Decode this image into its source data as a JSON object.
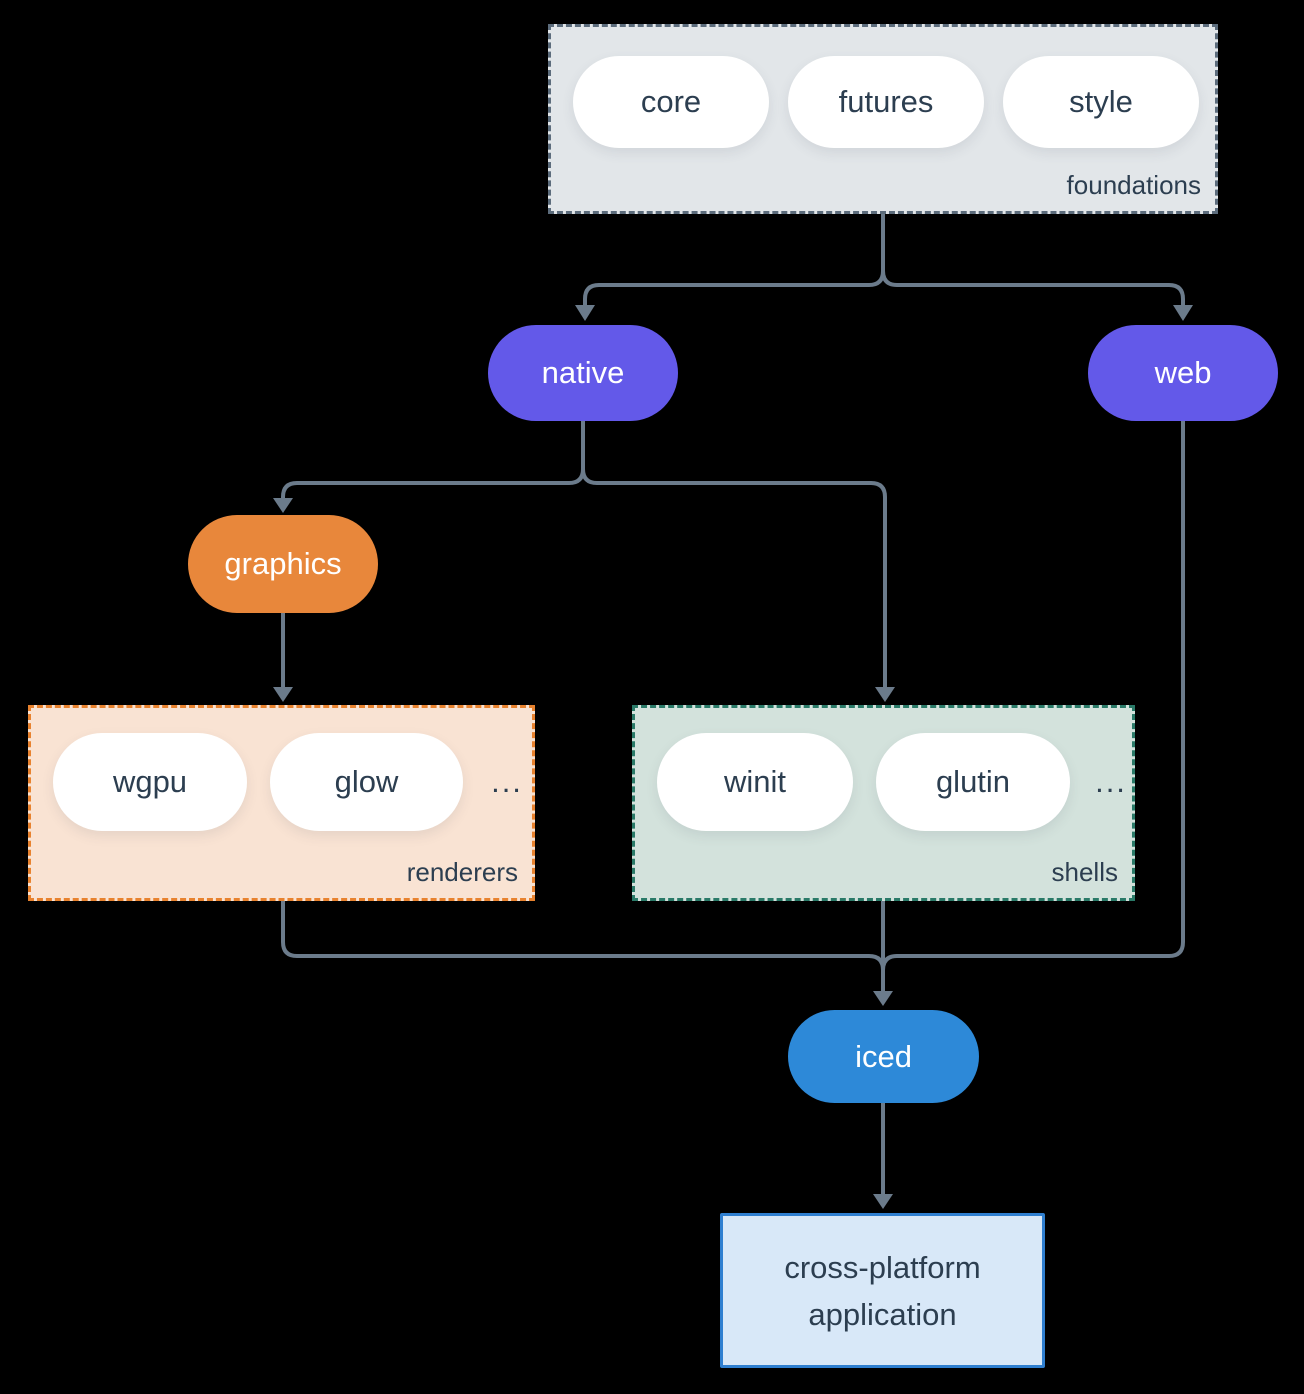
{
  "colors": {
    "background": "#000000",
    "connector": "#6B7B8B",
    "node_text": "#FFFFFF",
    "dark_text": "#2C3E50",
    "native_fill": "#6359E9",
    "web_fill": "#6359E9",
    "graphics_fill": "#E8873B",
    "iced_fill": "#2D89D8",
    "pill_fill": "#FFFFFF",
    "foundations_fill": "#E2E6E9",
    "foundations_border": "#5C6C7C",
    "renderers_fill": "#F9E3D3",
    "renderers_border": "#E8822E",
    "shells_fill": "#D3E2DC",
    "shells_border": "#2A7A68",
    "application_fill": "#D8E8F8",
    "application_border": "#2F7FD0"
  },
  "groups": {
    "foundations": {
      "label": "foundations",
      "pills": [
        "core",
        "futures",
        "style"
      ]
    },
    "renderers": {
      "label": "renderers",
      "pills": [
        "wgpu",
        "glow"
      ],
      "ellipsis": "..."
    },
    "shells": {
      "label": "shells",
      "pills": [
        "winit",
        "glutin"
      ],
      "ellipsis": "..."
    }
  },
  "nodes": {
    "native": {
      "label": "native"
    },
    "web": {
      "label": "web"
    },
    "graphics": {
      "label": "graphics"
    },
    "iced": {
      "label": "iced"
    },
    "application": {
      "line1": "cross-platform",
      "line2": "application"
    }
  }
}
